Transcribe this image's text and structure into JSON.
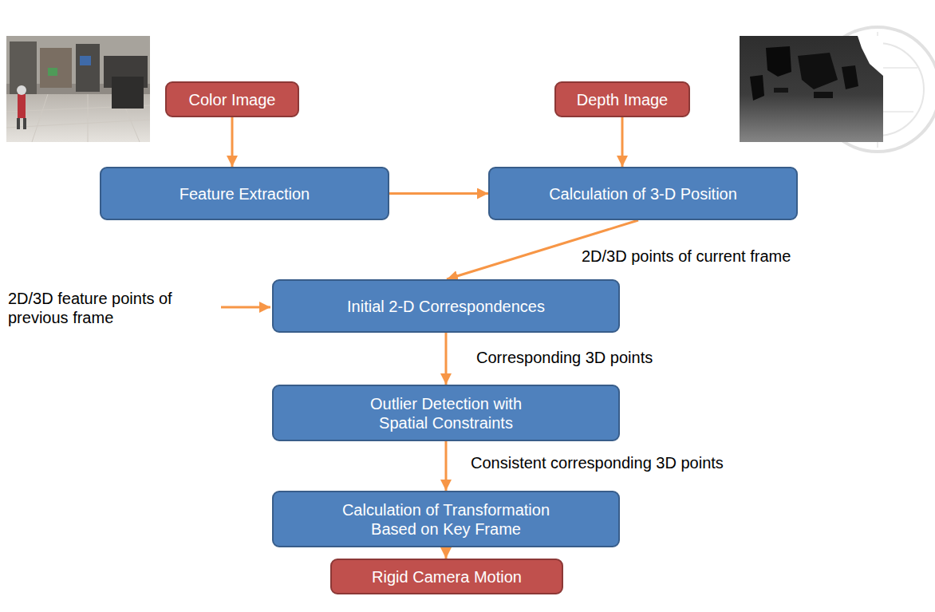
{
  "diagram": {
    "nodes": [
      {
        "text": [
          "Color Image"
        ]
      },
      {
        "text": [
          "Depth Image"
        ]
      },
      {
        "text": [
          "Feature Extraction"
        ]
      },
      {
        "text": [
          "Calculation of 3-D Position"
        ]
      },
      {
        "text": [
          "Initial 2-D Correspondences"
        ]
      },
      {
        "text": [
          "Outlier Detection with Spatial Constraints"
        ]
      },
      {
        "text": [
          "Calculation of Transformation Based on Key Frame"
        ]
      },
      {
        "text": [
          "Rigid Camera Motion"
        ]
      }
    ],
    "edges": [
      {
        "from": 0,
        "to": 2,
        "arrow": "to"
      },
      {
        "from": 1,
        "to": 3,
        "arrow": "to"
      },
      {
        "from": 2,
        "to": 3,
        "arrow": "to"
      },
      {
        "from": 3,
        "to": 4,
        "label": "2D/3D points of current frame",
        "arrow": "to"
      },
      {
        "from": 4,
        "to": 5,
        "label": "Corresponding 3D points",
        "arrow": "to"
      },
      {
        "from": 5,
        "to": 6,
        "label": "Consistent corresponding 3D points",
        "arrow": "to"
      },
      {
        "from": 6,
        "to": 7,
        "arrow": "to"
      }
    ],
    "labels": [
      "2D/3D feature points of previous frame"
    ]
  }
}
